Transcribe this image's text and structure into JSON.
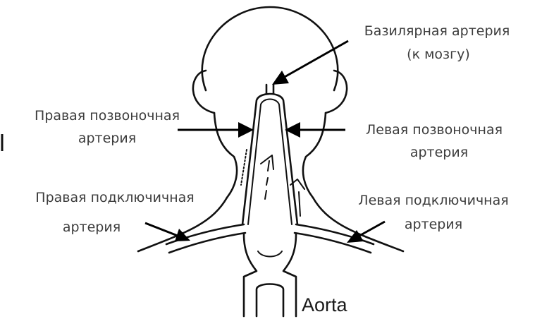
{
  "labels": {
    "basilar_line1": "Базилярная артерия",
    "basilar_line2": "(к мозгу)",
    "right_vertebral_line1": "Правая позвоночная",
    "right_vertebral_line2": "артерия",
    "left_vertebral_line1": "Левая позвоночная",
    "left_vertebral_line2": "артерия",
    "right_subclavian_line1": "Правая подключичная",
    "right_subclavian_line2": "артерия",
    "left_subclavian_line1": "Левая подключичная",
    "left_subclavian_line2": "артерия",
    "aorta": "Aorta"
  },
  "colors": {
    "ink": "#111111",
    "label_text": "#3c3c3c",
    "background": "#ffffff"
  }
}
